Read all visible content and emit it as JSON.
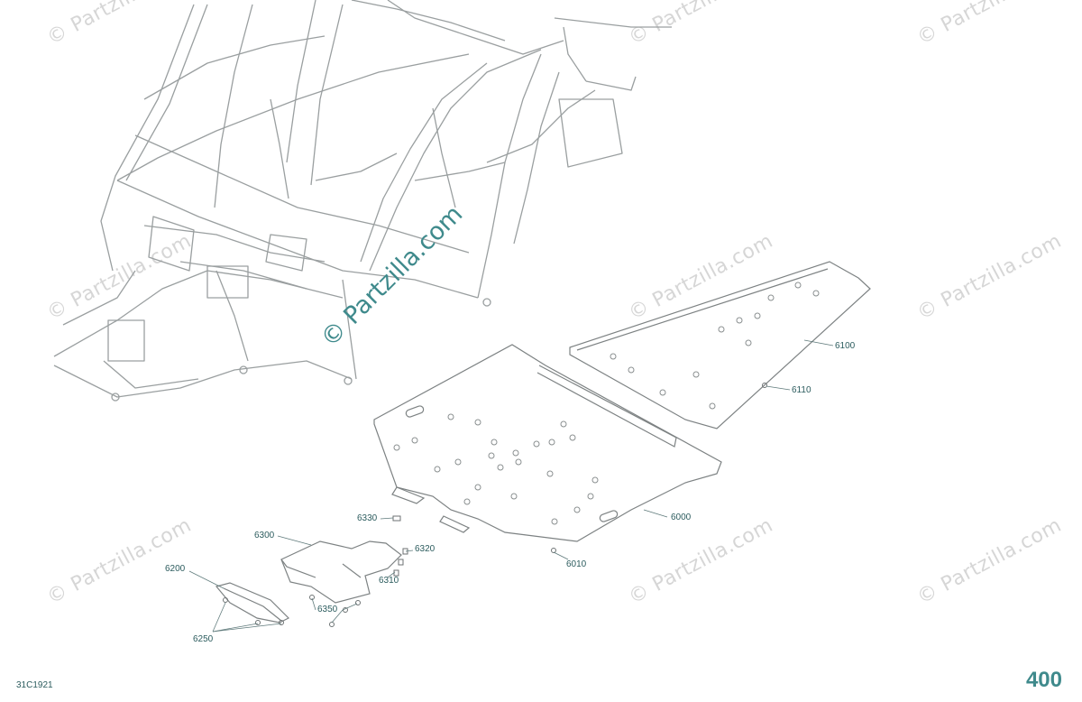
{
  "watermark": {
    "text": "© Partzilla.com",
    "center_text": "© Partzilla.com",
    "color": "#c9c9c9",
    "accent_color": "#3f8a8c"
  },
  "callouts": {
    "p6000": "6000",
    "p6010": "6010",
    "p6100": "6100",
    "p6110": "6110",
    "p6200": "6200",
    "p6250": "6250",
    "p6300": "6300",
    "p6310": "6310",
    "p6320": "6320",
    "p6330": "6330",
    "p6350": "6350"
  },
  "footer": {
    "diagram_code": "31C1921",
    "page_number": "400"
  },
  "colors": {
    "line": "#8a8f90",
    "label": "#2c5c5e",
    "accent": "#3f8a8c"
  }
}
